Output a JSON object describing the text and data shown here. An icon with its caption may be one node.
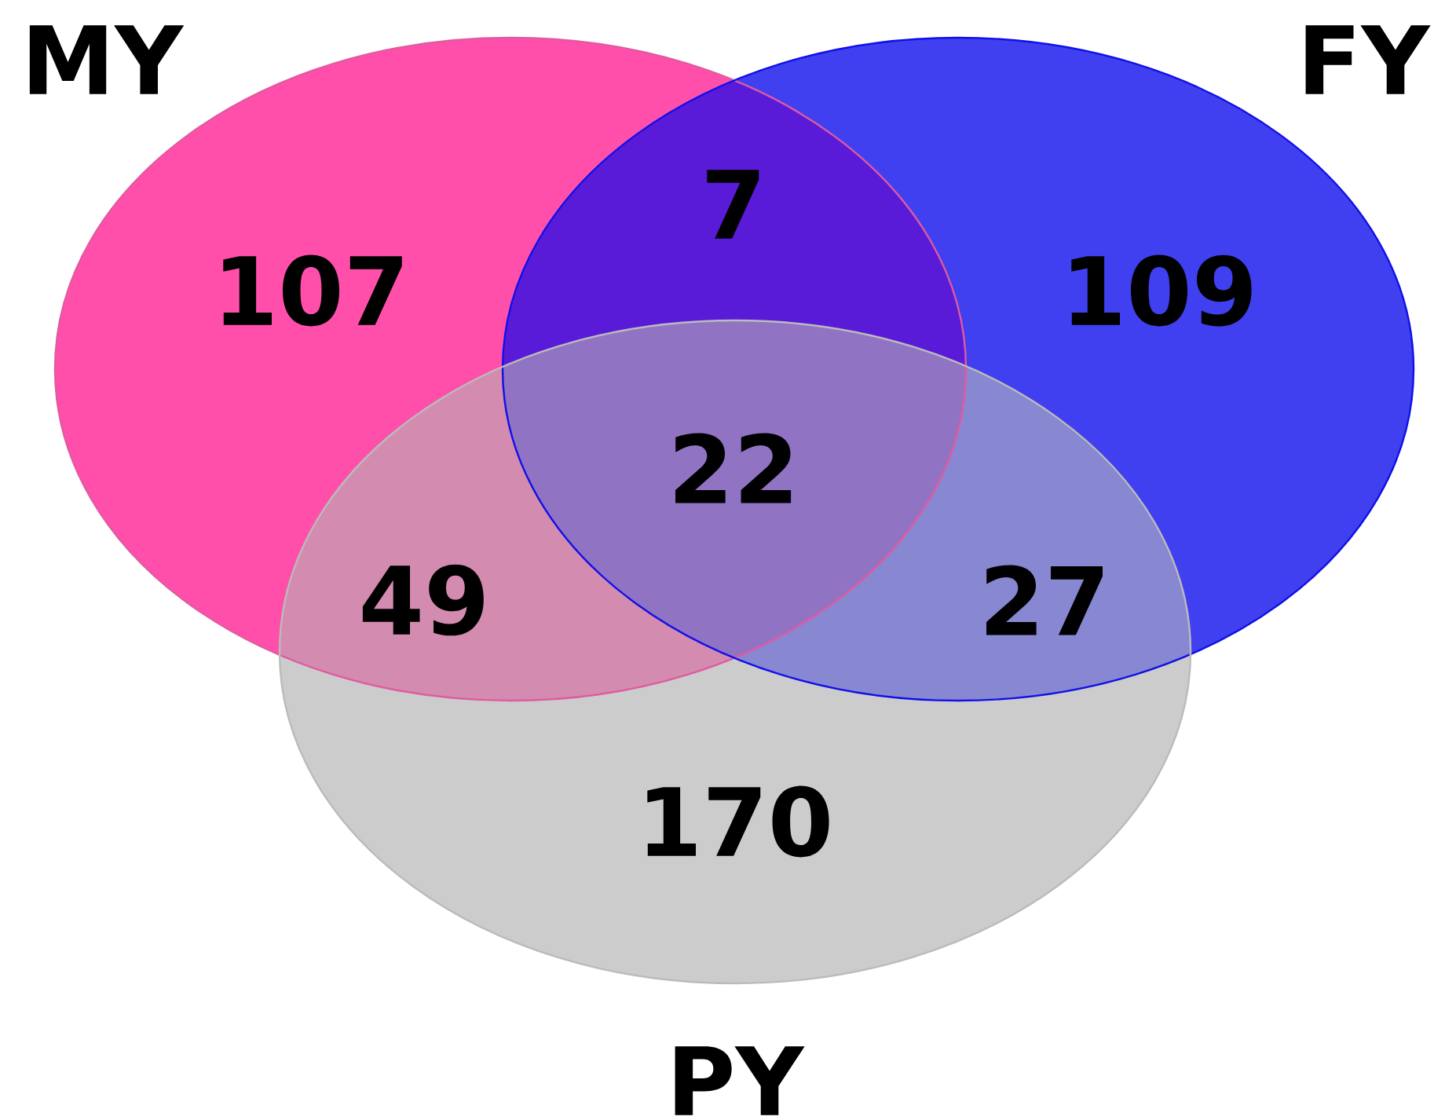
{
  "diagram": {
    "nodes": [
      {
        "text": [
          "MY"
        ]
      },
      {
        "text": [
          "FY"
        ]
      },
      {
        "text": [
          "PY"
        ]
      }
    ],
    "labels": [
      "7",
      "107",
      "109",
      "22",
      "49",
      "27",
      "170"
    ]
  }
}
